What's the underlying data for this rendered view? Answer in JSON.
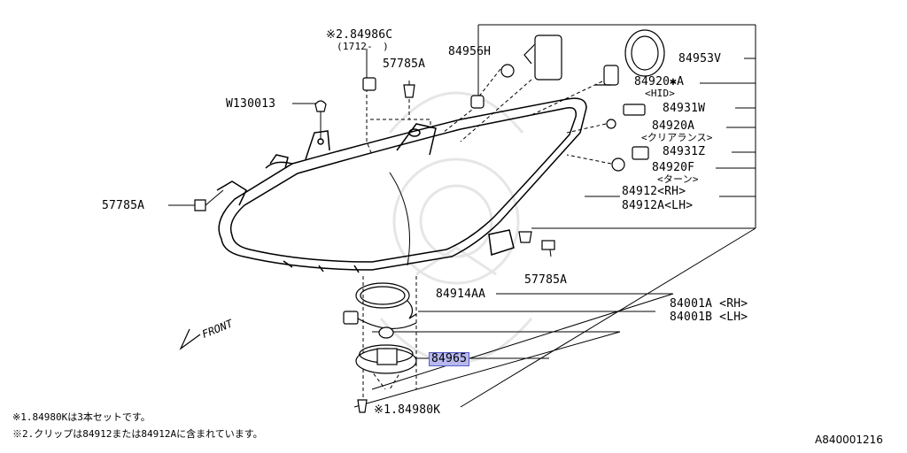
{
  "parts": {
    "p_84986c": "※2.84986C",
    "p_84986c_sub": "(1712-　)",
    "p_57785a_top": "57785A",
    "p_84956h": "84956H",
    "p_84953v": "84953V",
    "p_84920a_star": "84920✱A",
    "p_hid": "<HID>",
    "p_w130013": "W130013",
    "p_84931w": "84931W",
    "p_84920a": "84920A",
    "p_clearance": "<クリアランス>",
    "p_84931z": "84931Z",
    "p_84920f": "84920F",
    "p_turn": "<ターン>",
    "p_84912rh": "84912<RH>",
    "p_84912alh": "84912A<LH>",
    "p_57785a_left": "57785A",
    "p_57785a_right": "57785A",
    "p_84914aa": "84914AA",
    "p_84001a": "84001A <RH>",
    "p_84001b": "84001B <LH>",
    "p_84965": "84965",
    "p_84980k": "※1.84980K"
  },
  "front_label": "FRONT",
  "notes": {
    "note1": "※1.84980Kは3本セットです。",
    "note2": "※2.クリップは84912または84912Aに含まれています。"
  },
  "diagram_code": "A840001216",
  "colors": {
    "line": "#000000",
    "highlight": "#b7b9ee",
    "watermark": "#e3e3e3"
  }
}
